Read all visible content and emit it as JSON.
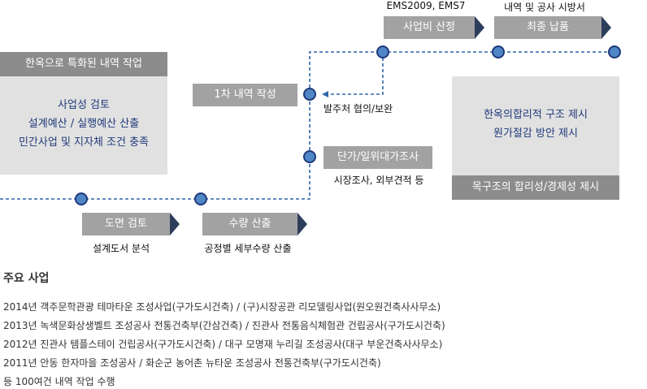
{
  "left_box": {
    "header": "한옥으로 특화된 내역 작업",
    "lines": [
      "사업성 검토",
      "설계예산 / 실행예산 산출",
      "민간사업 및 지자체 조건 충족"
    ]
  },
  "right_box": {
    "lines": [
      "한옥의합리적 구조 제시",
      "원가절감 방안 제시"
    ],
    "footer": "목구조의 합리성/경제성 제시"
  },
  "steps": {
    "drawing_review": {
      "label": "도면 검토",
      "caption": "설계도서 분석"
    },
    "quantity": {
      "label": "수량 산출",
      "caption": "공정별 세부수량 산출"
    },
    "first_estimate": {
      "label": "1차 내역 작성"
    },
    "client_consult": {
      "caption": "발주처 협의/보완"
    },
    "unit_price": {
      "label": "단가/일위대가조사",
      "caption": "시장조사, 외부견적 등"
    },
    "project_cost": {
      "label": "사업비 산정",
      "top": "EMS2009, EMS7"
    },
    "final_delivery": {
      "label": "최종 납품",
      "top": "내역 및 공사 시방서"
    }
  },
  "history": {
    "title": "주요 사업",
    "lines": [
      "2014년 객주문학관광 테마타운 조성사업(구가도시건축) / (구)시장공관 리모델링사업(원오원건축사사무소)",
      "2013년 녹색문화상생벨트 조성공사 전통건축부(간삼건축) / 진관사 전통음식체험관 건립공사(구가도시건축)",
      "2012년 진관사 템플스테이 건립공사(구가도시건축) / 대구 모명재 누리길 조성공사(대구 부운건축사사무소)",
      "2011년 안동 한자마을 조성공사 / 화순군 농어촌 뉴타운 조성공사 전통건축부(구가도시건축)",
      "등 100여건 내역 작업 수행"
    ]
  },
  "colors": {
    "accent": "#1f3a7a",
    "node_fill": "#4f86c6",
    "dash": "#2e65a8",
    "arrow_tip": "#2c3e5c"
  }
}
